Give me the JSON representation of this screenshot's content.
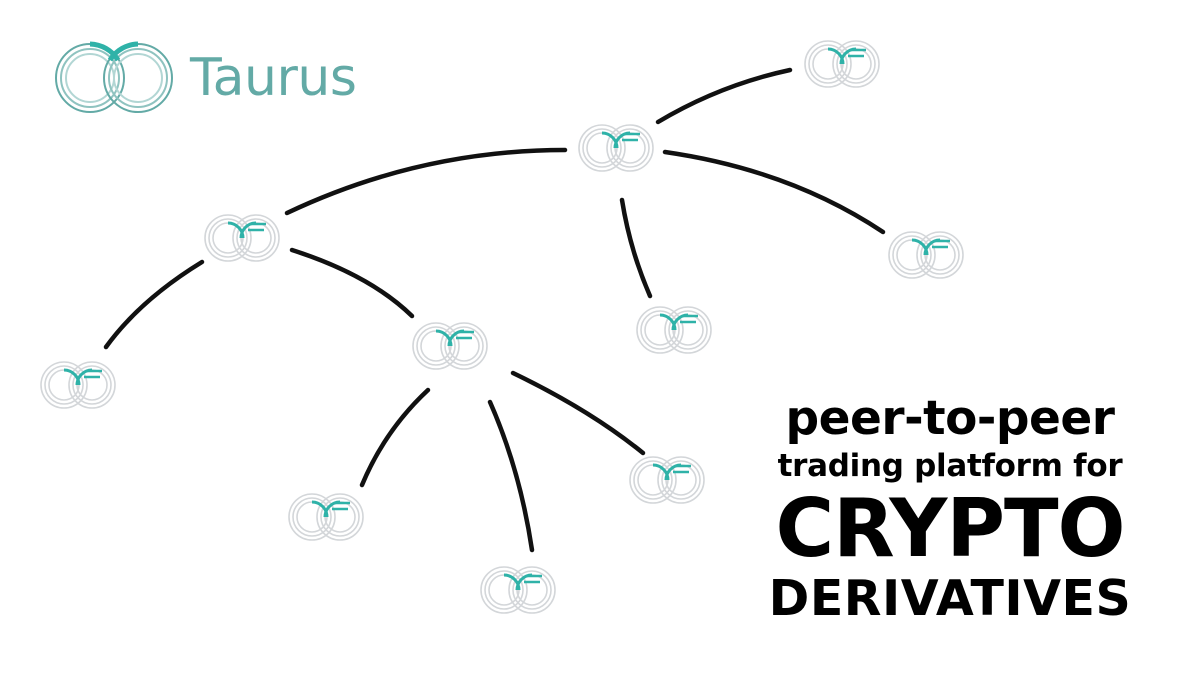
{
  "brand": {
    "name": "Taurus",
    "accent_color": "#63aaa6",
    "icon": "taurus-logo-icon"
  },
  "tagline": {
    "line1": "peer-to-peer",
    "line2": "trading platform for",
    "line3": "CRYPTO",
    "line4": "DERIVATIVES"
  },
  "network": {
    "node_icon": "taurus-logo-icon",
    "edge_color": "#111111",
    "ring_color": "#c9cdd0",
    "teal_color": "#2fb2a8"
  }
}
